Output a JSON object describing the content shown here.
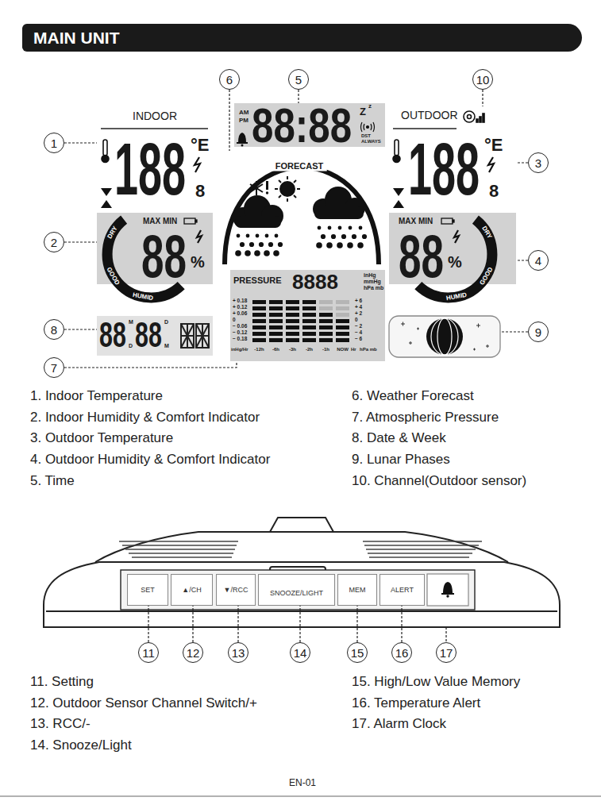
{
  "diagram": {
    "title": "MAIN UNIT",
    "nodes": [
      {
        "text": [
          "AM",
          "PM",
          "88:88",
          "Z",
          "z",
          "DST",
          "ALWAYS"
        ]
      },
      {
        "text": [
          "INDOOR",
          "188",
          "°E",
          "8"
        ]
      },
      {
        "text": [
          "MAX MIN",
          "88",
          "%",
          "DRY",
          "GOOD",
          "HUMID"
        ]
      },
      {
        "text": [
          "FORECAST"
        ]
      },
      {
        "text": [
          "PRESSURE",
          "8888",
          "inHg",
          "mmHg",
          "hPa mb",
          "+ 0.18",
          "+ 0.12",
          "+ 0.06",
          "0",
          "− 0.06",
          "− 0.12",
          "− 0.18",
          "+ 6",
          "+ 4",
          "+ 2",
          "0",
          "− 2",
          "− 4",
          "− 6",
          "inHg/Hr",
          "-12h",
          "-6h",
          "-3h",
          "-2h",
          "-1h",
          "NOW",
          "Hr",
          "hPa mb"
        ]
      },
      {
        "text": [
          "OUTDOOR",
          "188",
          "°E",
          "8"
        ]
      },
      {
        "text": [
          "MAX MIN",
          "88",
          "%",
          "DRY",
          "GOOD",
          "HUMID"
        ]
      },
      {
        "text": [
          "88",
          "M",
          "D",
          "88",
          "D",
          "M"
        ]
      },
      {
        "text": [
          "1"
        ]
      },
      {
        "text": [
          "2"
        ]
      },
      {
        "text": [
          "3"
        ]
      },
      {
        "text": [
          "4"
        ]
      },
      {
        "text": [
          "5"
        ]
      },
      {
        "text": [
          "6"
        ]
      },
      {
        "text": [
          "7"
        ]
      },
      {
        "text": [
          "8"
        ]
      },
      {
        "text": [
          "9"
        ]
      },
      {
        "text": [
          "10"
        ]
      },
      {
        "text": [
          "SET"
        ]
      },
      {
        "text": [
          "▲/CH"
        ]
      },
      {
        "text": [
          "▼/RCC"
        ]
      },
      {
        "text": [
          "SNOOZE/LIGHT"
        ]
      },
      {
        "text": [
          "MEM"
        ]
      },
      {
        "text": [
          "ALERT"
        ]
      },
      {
        "text": [
          "11"
        ]
      },
      {
        "text": [
          "12"
        ]
      },
      {
        "text": [
          "13"
        ]
      },
      {
        "text": [
          "14"
        ]
      },
      {
        "text": [
          "15"
        ]
      },
      {
        "text": [
          "16"
        ]
      },
      {
        "text": [
          "17"
        ]
      }
    ],
    "edges": [
      {
        "from": 8,
        "to": 1,
        "arrow": "none"
      },
      {
        "from": 9,
        "to": 2,
        "arrow": "none"
      },
      {
        "from": 10,
        "to": 5,
        "arrow": "none"
      },
      {
        "from": 11,
        "to": 6,
        "arrow": "none"
      },
      {
        "from": 12,
        "to": 0,
        "arrow": "none"
      },
      {
        "from": 13,
        "to": 3,
        "arrow": "none"
      },
      {
        "from": 14,
        "to": 4,
        "arrow": "none"
      },
      {
        "from": 15,
        "to": 7,
        "arrow": "none"
      },
      {
        "from": 24,
        "to": 18,
        "arrow": "none"
      },
      {
        "from": 25,
        "to": 19,
        "arrow": "none"
      },
      {
        "from": 26,
        "to": 20,
        "arrow": "none"
      },
      {
        "from": 27,
        "to": 21,
        "arrow": "none"
      },
      {
        "from": 28,
        "to": 22,
        "arrow": "none"
      },
      {
        "from": 29,
        "to": 23,
        "arrow": "none"
      }
    ],
    "labels": [
      "1. Indoor Temperature",
      "2. Indoor Humidity & Comfort Indicator",
      "3. Outdoor Temperature",
      "4. Outdoor Humidity & Comfort Indicator",
      "5. Time",
      "6. Weather Forecast",
      "7. Atmospheric Pressure",
      "8. Date & Week",
      "9. Lunar Phases",
      "10. Channel(Outdoor sensor)",
      "11. Setting",
      "12. Outdoor Sensor Channel Switch/+",
      "13. RCC/-",
      "14. Snooze/Light",
      "15. High/Low Value Memory",
      "16. Temperature Alert",
      "17. Alarm Clock",
      "EN-01"
    ]
  }
}
